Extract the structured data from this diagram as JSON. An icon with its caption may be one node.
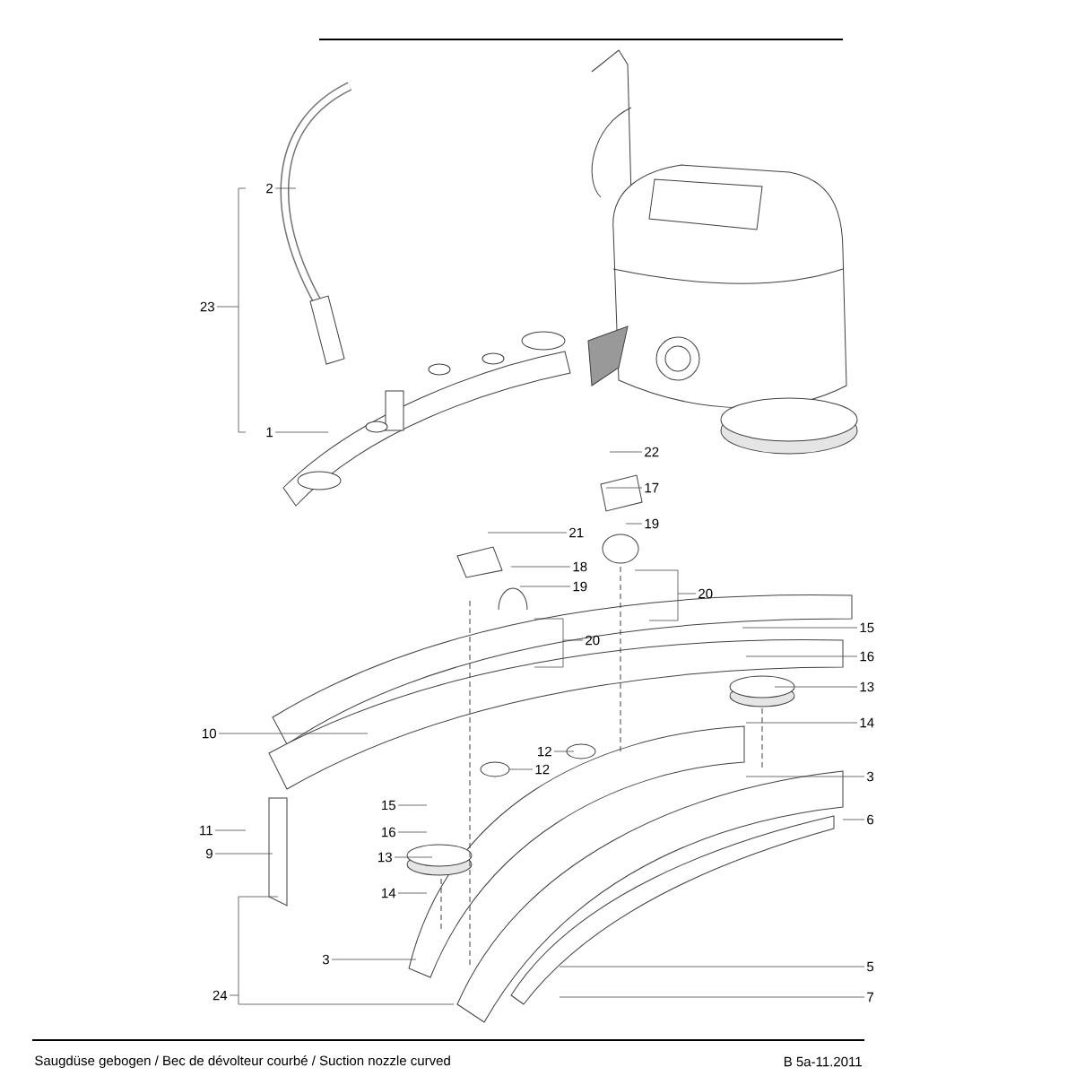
{
  "diagram": {
    "nodes": [
      {
        "text": [
          "2"
        ]
      },
      {
        "text": [
          "1"
        ]
      },
      {
        "text": [
          "22"
        ]
      },
      {
        "text": [
          "17"
        ]
      },
      {
        "text": [
          "21"
        ]
      },
      {
        "text": [
          "19"
        ]
      },
      {
        "text": [
          "18"
        ]
      },
      {
        "text": [
          "20"
        ]
      },
      {
        "text": [
          "19"
        ]
      },
      {
        "text": [
          "20"
        ]
      },
      {
        "text": [
          "15"
        ]
      },
      {
        "text": [
          "16"
        ]
      },
      {
        "text": [
          "13"
        ]
      },
      {
        "text": [
          "10"
        ]
      },
      {
        "text": [
          "14"
        ]
      },
      {
        "text": [
          "12"
        ]
      },
      {
        "text": [
          "12"
        ]
      },
      {
        "text": [
          "3"
        ]
      },
      {
        "text": [
          "15"
        ]
      },
      {
        "text": [
          "6"
        ]
      },
      {
        "text": [
          "16"
        ]
      },
      {
        "text": [
          "11"
        ]
      },
      {
        "text": [
          "9"
        ]
      },
      {
        "text": [
          "13"
        ]
      },
      {
        "text": [
          "14"
        ]
      },
      {
        "text": [
          "3"
        ]
      },
      {
        "text": [
          "24"
        ]
      },
      {
        "text": [
          "5"
        ]
      },
      {
        "text": [
          "7"
        ]
      }
    ],
    "edges": [
      {
        "from": 0,
        "to": null,
        "arrow": "none"
      },
      {
        "from": 1,
        "to": null,
        "arrow": "none"
      },
      {
        "from": 2,
        "to": null,
        "arrow": "none"
      },
      {
        "from": 3,
        "to": null,
        "arrow": "none"
      },
      {
        "from": 4,
        "to": null,
        "arrow": "none"
      },
      {
        "from": 5,
        "to": null,
        "arrow": "none"
      },
      {
        "from": 6,
        "to": null,
        "arrow": "none"
      },
      {
        "from": 7,
        "to": null,
        "arrow": "none"
      },
      {
        "from": 8,
        "to": null,
        "arrow": "none"
      },
      {
        "from": 9,
        "to": null,
        "arrow": "none"
      },
      {
        "from": 10,
        "to": null,
        "arrow": "none"
      },
      {
        "from": 11,
        "to": null,
        "arrow": "none"
      },
      {
        "from": 12,
        "to": null,
        "arrow": "none"
      },
      {
        "from": 13,
        "to": null,
        "arrow": "none"
      },
      {
        "from": 14,
        "to": null,
        "arrow": "none"
      },
      {
        "from": 15,
        "to": null,
        "arrow": "none"
      },
      {
        "from": 16,
        "to": null,
        "arrow": "none"
      },
      {
        "from": 17,
        "to": null,
        "arrow": "none"
      },
      {
        "from": 18,
        "to": null,
        "arrow": "none"
      },
      {
        "from": 19,
        "to": null,
        "arrow": "none"
      },
      {
        "from": 20,
        "to": null,
        "arrow": "none"
      },
      {
        "from": 21,
        "to": null,
        "arrow": "none"
      },
      {
        "from": 22,
        "to": null,
        "arrow": "none"
      },
      {
        "from": 23,
        "to": null,
        "arrow": "none"
      },
      {
        "from": 24,
        "to": null,
        "arrow": "none"
      },
      {
        "from": 25,
        "to": null,
        "arrow": "none"
      },
      {
        "from": 26,
        "to": null,
        "arrow": "none"
      },
      {
        "from": 27,
        "to": null,
        "arrow": "none"
      },
      {
        "from": 28,
        "to": null,
        "arrow": "none"
      }
    ],
    "labels": [
      "23",
      "Saugdüse gebogen / Bec de dévolteur courbé / Suction nozzle curved",
      "B 5a-11.2011"
    ]
  }
}
